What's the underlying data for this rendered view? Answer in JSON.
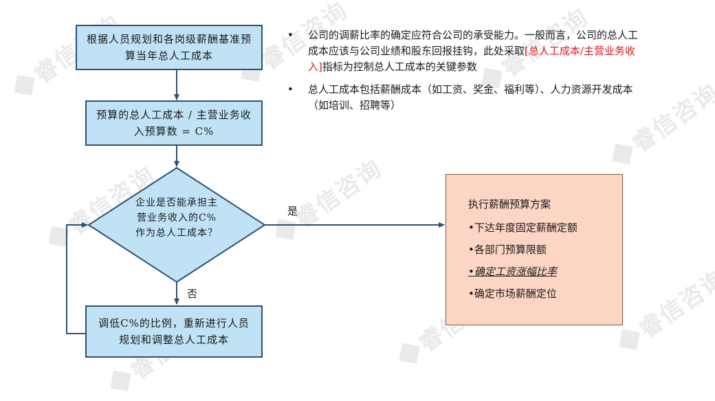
{
  "watermark": "睿信咨询",
  "flow": {
    "step1": "根据人员规划和各岗级薪酬基准预算当年总人工成本",
    "step2": "预算的总人工成本 / 主营业务收入预算数 = C%",
    "decision": "企业是否能承担主营业务收入的C%作为总人工成本？",
    "yes_label": "是",
    "no_label": "否",
    "adjust": "调低C%的比例，重新进行人员规划和调整总人工成本"
  },
  "notes": {
    "bullet": "•",
    "note1_before": "公司的调薪比率的确定应符合公司的承受能力。一般而言，公司的总人工成本应该与公司业绩和股东回报挂钩，此处采取",
    "note1_highlight": "[总人工成本/主营业务收入]",
    "note1_after": "指标为控制总人工成本的关键参数",
    "note2": "总人工成本包括薪酬成本（如工资、奖金、福利等）、人力资源开发成本（如培训、招聘等）"
  },
  "result": {
    "title": "执行薪酬预算方案",
    "items": [
      "•下达年度固定薪酬定额",
      "•各部门预算限额",
      "•确定工资涨幅比率",
      "•确定市场薪酬定位"
    ]
  },
  "colors": {
    "box_fill": "#bfe3f5",
    "box_border": "#2f4f74",
    "result_fill": "#fcd5c4",
    "highlight": "#e0161c"
  }
}
